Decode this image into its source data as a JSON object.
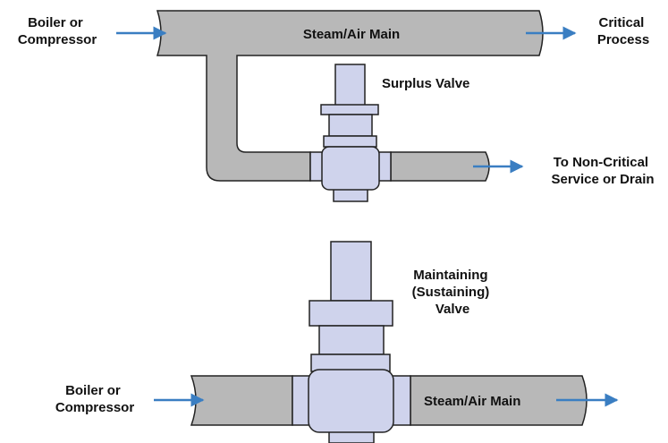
{
  "colors": {
    "pipe_fill": "#b8b8b8",
    "pipe_stroke": "#222222",
    "valve_fill": "#cfd3ec",
    "valve_stroke": "#222222",
    "arrow": "#3a7ec2",
    "text": "#111111"
  },
  "top_diagram": {
    "inlet_label": [
      "Boiler or",
      "Compressor"
    ],
    "main_label": "Steam/Air Main",
    "outlet_label": [
      "Critical",
      "Process"
    ],
    "valve_label": "Surplus Valve",
    "branch_outlet_label": [
      "To Non-Critical",
      "Service or Drain"
    ]
  },
  "bottom_diagram": {
    "valve_label": [
      "Maintaining",
      "(Sustaining)",
      "Valve"
    ],
    "inlet_label": [
      "Boiler or",
      "Compressor"
    ],
    "main_label": "Steam/Air Main"
  }
}
